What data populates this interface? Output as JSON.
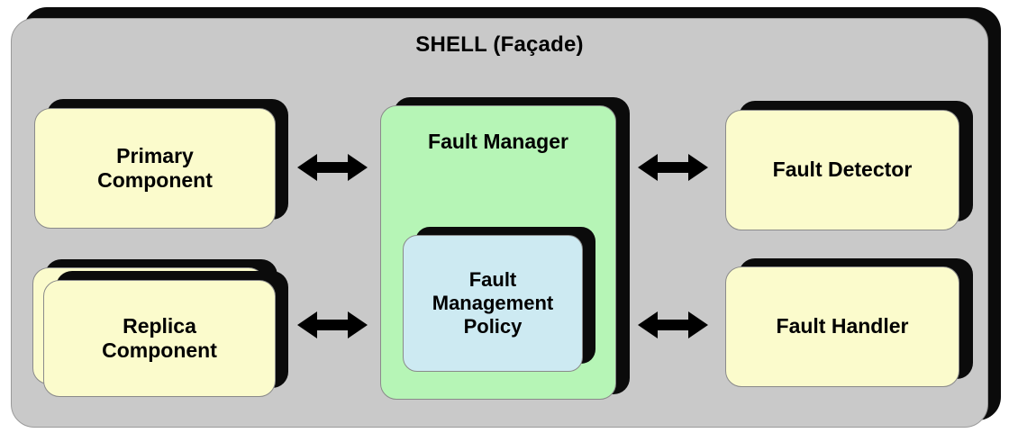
{
  "diagram": {
    "type": "architecture-block-diagram",
    "shell": {
      "title": "SHELL (Façade)",
      "fill": "#c9c9c9"
    },
    "nodes": {
      "primary_component": {
        "label": "Primary\nComponent",
        "line1": "Primary",
        "line2": "Component",
        "fill": "#fbfbcc"
      },
      "replica_component": {
        "label": "Replica\nComponent",
        "line1": "Replica",
        "line2": "Component",
        "fill": "#fbfbcc",
        "stacked": true
      },
      "fault_manager": {
        "label": "Fault Manager",
        "fill": "#b6f5b6"
      },
      "fault_management_policy": {
        "label": "Fault\nManagement\nPolicy",
        "line1": "Fault",
        "line2": "Management",
        "line3": "Policy",
        "fill": "#cdeaf2"
      },
      "fault_detector": {
        "label": "Fault Detector",
        "fill": "#fbfbcc"
      },
      "fault_handler": {
        "label": "Fault Handler",
        "fill": "#fbfbcc"
      }
    },
    "connectors": [
      {
        "name": "primary-to-manager",
        "from": "Primary Component",
        "to": "Fault Manager",
        "style": "double-headed-arrow"
      },
      {
        "name": "replica-to-manager",
        "from": "Replica Component",
        "to": "Fault Manager",
        "style": "double-headed-arrow"
      },
      {
        "name": "manager-to-detector",
        "from": "Fault Manager",
        "to": "Fault Detector",
        "style": "double-headed-arrow"
      },
      {
        "name": "manager-to-handler",
        "from": "Fault Manager",
        "to": "Fault Handler",
        "style": "double-headed-arrow"
      }
    ],
    "colors": {
      "shadow": "#0b0b0b",
      "border": "#8a8a8a",
      "text": "#000000",
      "page_background": "#ffffff"
    }
  }
}
